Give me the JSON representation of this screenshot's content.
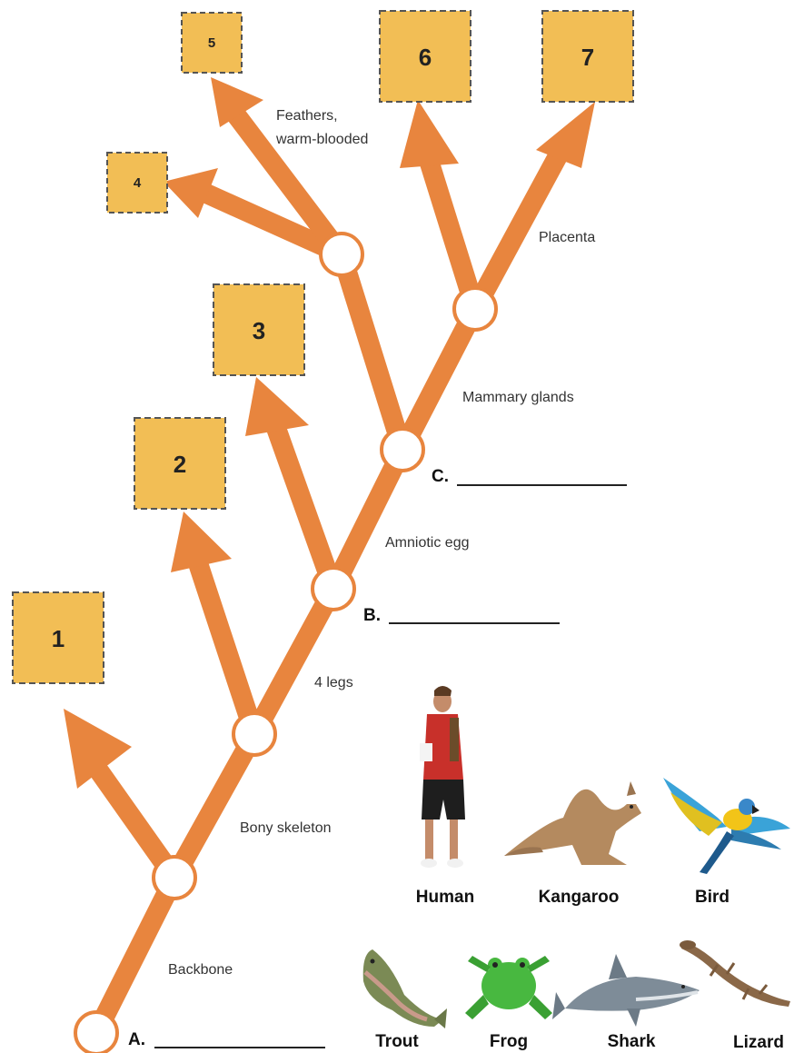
{
  "taxa_boxes": [
    {
      "number": "1"
    },
    {
      "number": "2"
    },
    {
      "number": "3"
    },
    {
      "number": "4"
    },
    {
      "number": "5"
    },
    {
      "number": "6"
    },
    {
      "number": "7"
    }
  ],
  "traits": {
    "backbone": "Backbone",
    "bony_skeleton": "Bony skeleton",
    "four_legs": "4 legs",
    "amniotic_egg": "Amniotic egg",
    "mammary_glands": "Mammary glands",
    "feathers_line1": "Feathers,",
    "feathers_line2": "warm-blooded",
    "placenta": "Placenta"
  },
  "blanks": [
    {
      "letter": "A."
    },
    {
      "letter": "B."
    },
    {
      "letter": "C."
    }
  ],
  "animals": [
    {
      "label": "Human",
      "icon": "human-icon"
    },
    {
      "label": "Kangaroo",
      "icon": "kangaroo-icon"
    },
    {
      "label": "Bird",
      "icon": "bird-icon"
    },
    {
      "label": "Trout",
      "icon": "trout-icon"
    },
    {
      "label": "Frog",
      "icon": "frog-icon"
    },
    {
      "label": "Shark",
      "icon": "shark-icon"
    },
    {
      "label": "Lizard",
      "icon": "lizard-icon"
    }
  ],
  "colors": {
    "branch": "#E8853E",
    "box_fill": "#F2BE55",
    "node_fill": "#ffffff"
  }
}
